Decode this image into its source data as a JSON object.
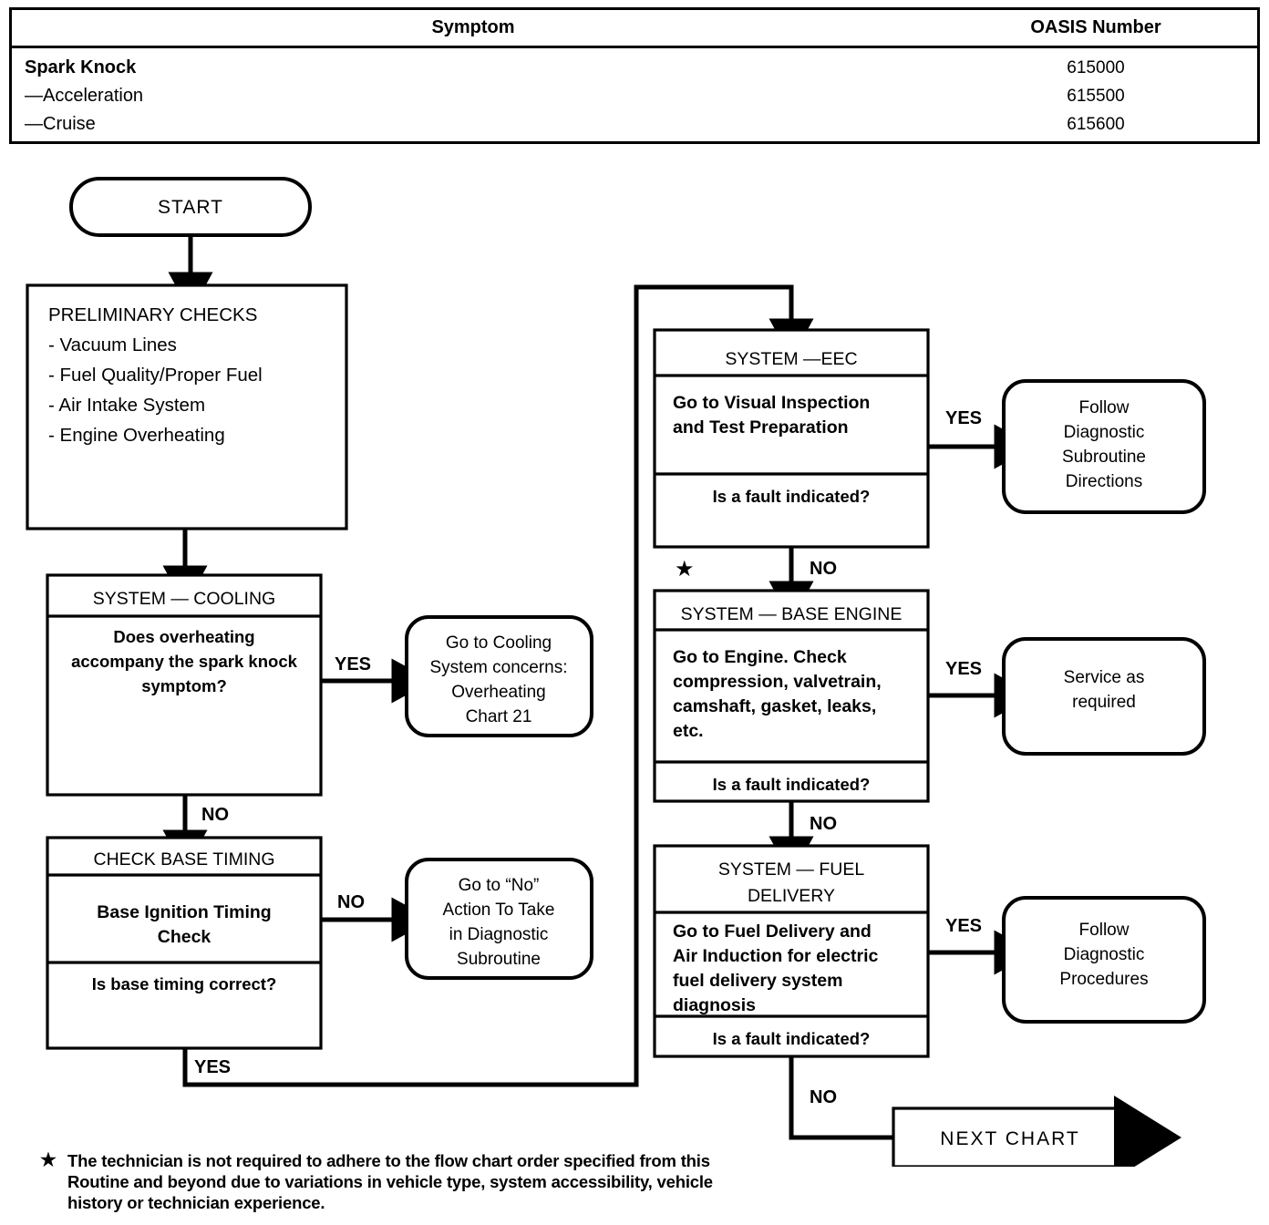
{
  "table": {
    "headers": [
      "Symptom",
      "OASIS Number"
    ],
    "rows": [
      {
        "symptom": "Spark Knock",
        "bold": true,
        "oasis": "615000"
      },
      {
        "symptom": "—Acceleration",
        "bold": false,
        "oasis": "615500"
      },
      {
        "symptom": "—Cruise",
        "bold": false,
        "oasis": "615600"
      }
    ]
  },
  "flow": {
    "start": "START",
    "preliminary": {
      "title": "PRELIMINARY CHECKS",
      "items": [
        "- Vacuum Lines",
        "- Fuel Quality/Proper Fuel",
        "- Air Intake System",
        "- Engine Overheating"
      ]
    },
    "cooling": {
      "header": "SYSTEM — COOLING",
      "question_l1": "Does overheating",
      "question_l2": "accompany the spark knock",
      "question_l3": "symptom?",
      "yes_label": "YES",
      "no_label": "NO",
      "yes_target": [
        "Go to Cooling",
        "System concerns:",
        "Overheating",
        "Chart 21"
      ]
    },
    "timing": {
      "header": "CHECK BASE TIMING",
      "action_l1": "Base Ignition Timing",
      "action_l2": "Check",
      "question": "Is base timing correct?",
      "no_label": "NO",
      "yes_label": "YES",
      "no_target": [
        "Go to “No”",
        "Action To Take",
        "in Diagnostic",
        "Subroutine"
      ]
    },
    "eec": {
      "header": "SYSTEM —EEC",
      "action_l1": "Go to Visual Inspection",
      "action_l2": "and Test Preparation",
      "question": "Is a fault indicated?",
      "yes_label": "YES",
      "no_label": "NO",
      "yes_target": [
        "Follow",
        "Diagnostic",
        "Subroutine",
        "Directions"
      ]
    },
    "base_engine": {
      "header": "SYSTEM — BASE ENGINE",
      "action_l1": "Go to Engine. Check",
      "action_l2": "compression, valvetrain,",
      "action_l3": "camshaft, gasket, leaks,",
      "action_l4": "etc.",
      "question": "Is a fault indicated?",
      "yes_label": "YES",
      "no_label": "NO",
      "yes_target": [
        "Service as",
        "required"
      ],
      "star": "★"
    },
    "fuel": {
      "header_l1": "SYSTEM — FUEL",
      "header_l2": "DELIVERY",
      "action_l1": "Go to Fuel Delivery and",
      "action_l2": "Air Induction for electric",
      "action_l3": "fuel delivery system",
      "action_l4": "diagnosis",
      "question": "Is a fault indicated?",
      "yes_label": "YES",
      "no_label": "NO",
      "yes_target": [
        "Follow",
        "Diagnostic",
        "Procedures"
      ]
    },
    "next_chart": "NEXT  CHART"
  },
  "footnote": {
    "star": "★",
    "line1": "The technician is not required to adhere to the flow chart order specified from this",
    "line2": "Routine and beyond due to variations in vehicle type, system accessibility, vehicle",
    "line3": "history or technician experience."
  }
}
